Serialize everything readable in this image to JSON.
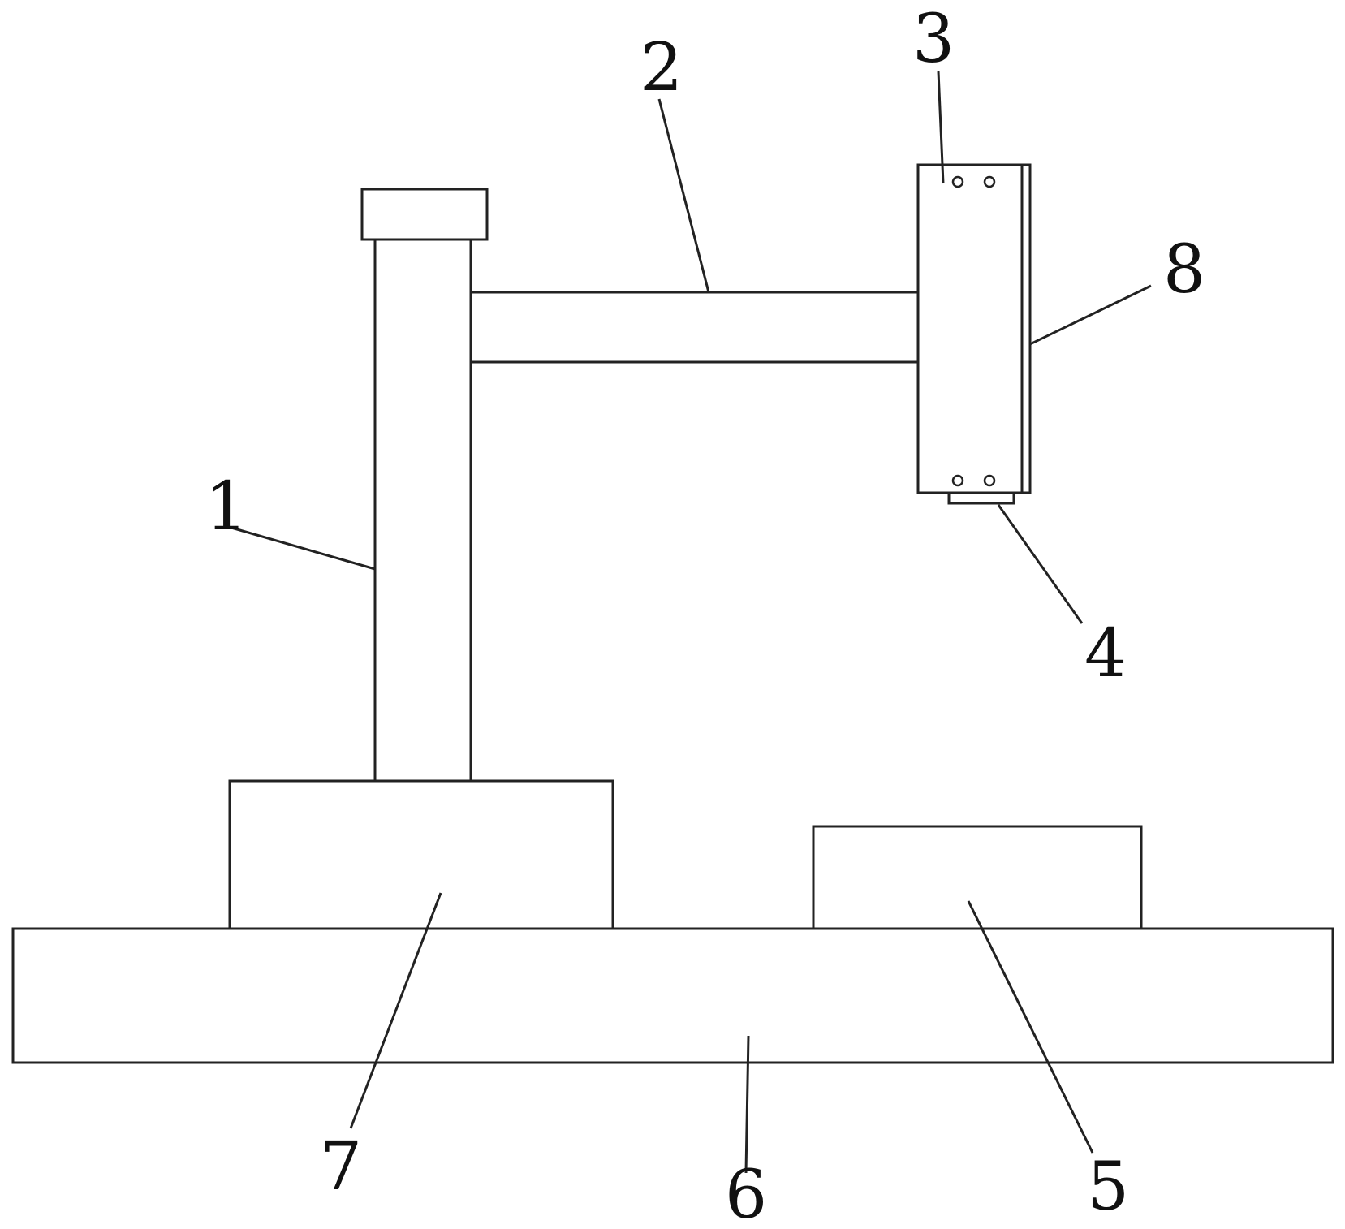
{
  "diagram": {
    "labels": {
      "column": "1",
      "arm": "2",
      "head": "3",
      "nozzle": "4",
      "workpiece": "5",
      "base": "6",
      "column_seat": "7",
      "side_plate": "8"
    },
    "colors": {
      "line": "#222222",
      "background": "#ffffff"
    }
  }
}
